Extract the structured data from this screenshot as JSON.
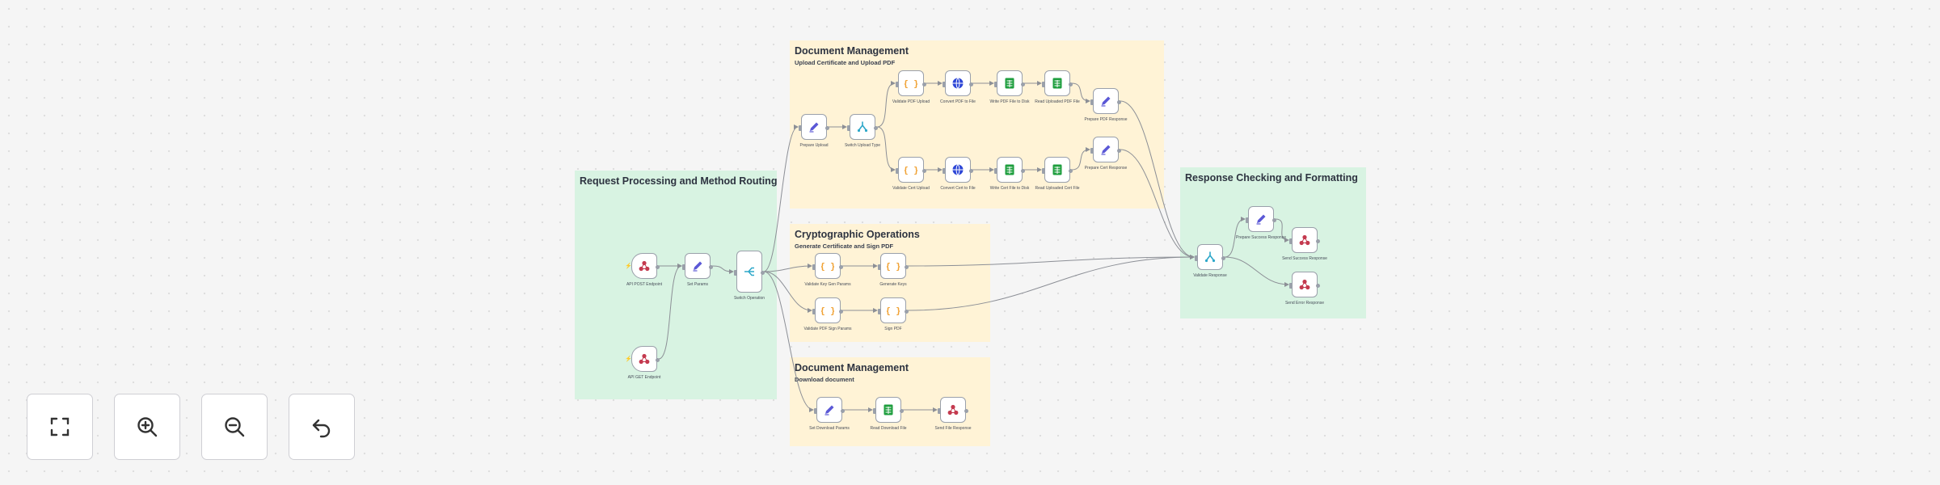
{
  "colors": {
    "canvas": "#f5f5f5",
    "section_green": "#d8f3e2",
    "section_yellow": "#fff3d6",
    "edge": "#8c8f96",
    "code_icon": "#f0a030",
    "http_icon": "#2d46d6",
    "sheet_icon": "#1e9e3e",
    "edit_icon": "#5b58d6",
    "if_icon": "#2da7c9",
    "respond_icon": "#c43a4f"
  },
  "sections": [
    {
      "id": "request",
      "title": "Request Processing and Method Routing",
      "subtitle": "",
      "color": "green"
    },
    {
      "id": "docmgmt",
      "title": "Document Management",
      "subtitle": "Upload Certificate and Upload PDF",
      "color": "yellow"
    },
    {
      "id": "crypto",
      "title": "Cryptographic Operations",
      "subtitle": "Generate Certificate and Sign PDF",
      "color": "yellow"
    },
    {
      "id": "docdl",
      "title": "Document Management",
      "subtitle": "Download document",
      "color": "yellow"
    },
    {
      "id": "response",
      "title": "Response Checking and Formatting",
      "subtitle": "",
      "color": "green"
    }
  ],
  "nodes": [
    {
      "id": "webhook",
      "icon": "respond",
      "label": "API POST Endpoint",
      "sub": ""
    },
    {
      "id": "get_request",
      "icon": "respond",
      "label": "API GET Endpoint",
      "sub": ""
    },
    {
      "id": "set_params",
      "icon": "edit",
      "label": "Set Params",
      "sub": ""
    },
    {
      "id": "switch",
      "icon": "switch",
      "label": "Switch Operation",
      "sub": ""
    },
    {
      "id": "prep_upload",
      "icon": "edit",
      "label": "Prepare Upload",
      "sub": ""
    },
    {
      "id": "switch_upload",
      "icon": "if",
      "label": "Switch Upload Type",
      "sub": ""
    },
    {
      "id": "val_pdf_up",
      "icon": "code",
      "label": "Validate PDF Upload",
      "sub": ""
    },
    {
      "id": "conv_pdf",
      "icon": "http",
      "label": "Convert PDF to File",
      "sub": ""
    },
    {
      "id": "write_pdf",
      "icon": "sheet",
      "label": "Write PDF File to Disk",
      "sub": ""
    },
    {
      "id": "read_pdf",
      "icon": "sheet",
      "label": "Read Uploaded PDF File",
      "sub": ""
    },
    {
      "id": "set_pdf_resp",
      "icon": "edit",
      "label": "Prepare PDF Response",
      "sub": ""
    },
    {
      "id": "val_cert_up",
      "icon": "code",
      "label": "Validate Cert Upload",
      "sub": ""
    },
    {
      "id": "conv_cert",
      "icon": "http",
      "label": "Convert Cert to File",
      "sub": ""
    },
    {
      "id": "write_cert",
      "icon": "sheet",
      "label": "Write Cert File to Disk",
      "sub": ""
    },
    {
      "id": "read_cert",
      "icon": "sheet",
      "label": "Read Uploaded Cert File",
      "sub": ""
    },
    {
      "id": "set_cert_resp",
      "icon": "edit",
      "label": "Prepare Cert Response",
      "sub": ""
    },
    {
      "id": "val_key_params",
      "icon": "code",
      "label": "Validate Key Gen Params",
      "sub": ""
    },
    {
      "id": "gen_keys",
      "icon": "code",
      "label": "Generate Keys",
      "sub": ""
    },
    {
      "id": "val_sign_params",
      "icon": "code",
      "label": "Validate PDF Sign Params",
      "sub": ""
    },
    {
      "id": "sign_pdf",
      "icon": "code",
      "label": "Sign PDF",
      "sub": ""
    },
    {
      "id": "set_dl",
      "icon": "edit",
      "label": "Set Download Params",
      "sub": ""
    },
    {
      "id": "read_dl",
      "icon": "sheet",
      "label": "Read Download File",
      "sub": ""
    },
    {
      "id": "resp_file",
      "icon": "respond",
      "label": "Send File Response",
      "sub": ""
    },
    {
      "id": "validate_resp",
      "icon": "if",
      "label": "Validate Response",
      "sub": ""
    },
    {
      "id": "prep_success",
      "icon": "edit",
      "label": "Prepare Success Response",
      "sub": ""
    },
    {
      "id": "success",
      "icon": "respond",
      "label": "Send Success Response",
      "sub": ""
    },
    {
      "id": "error",
      "icon": "respond",
      "label": "Send Error Response",
      "sub": ""
    }
  ],
  "edges": [
    [
      "webhook",
      "set_params"
    ],
    [
      "get_request",
      "set_params"
    ],
    [
      "set_params",
      "switch"
    ],
    [
      "switch",
      "prep_upload"
    ],
    [
      "switch",
      "val_key_params"
    ],
    [
      "switch",
      "val_sign_params"
    ],
    [
      "switch",
      "set_dl"
    ],
    [
      "prep_upload",
      "switch_upload"
    ],
    [
      "switch_upload",
      "val_pdf_up"
    ],
    [
      "switch_upload",
      "val_cert_up"
    ],
    [
      "val_pdf_up",
      "conv_pdf"
    ],
    [
      "conv_pdf",
      "write_pdf"
    ],
    [
      "write_pdf",
      "read_pdf"
    ],
    [
      "read_pdf",
      "set_pdf_resp"
    ],
    [
      "val_cert_up",
      "conv_cert"
    ],
    [
      "conv_cert",
      "write_cert"
    ],
    [
      "write_cert",
      "read_cert"
    ],
    [
      "read_cert",
      "set_cert_resp"
    ],
    [
      "val_key_params",
      "gen_keys"
    ],
    [
      "val_sign_params",
      "sign_pdf"
    ],
    [
      "set_dl",
      "read_dl"
    ],
    [
      "read_dl",
      "resp_file"
    ],
    [
      "set_pdf_resp",
      "validate_resp"
    ],
    [
      "set_cert_resp",
      "validate_resp"
    ],
    [
      "gen_keys",
      "validate_resp"
    ],
    [
      "sign_pdf",
      "validate_resp"
    ],
    [
      "validate_resp",
      "prep_success"
    ],
    [
      "prep_success",
      "success"
    ],
    [
      "validate_resp",
      "error"
    ]
  ],
  "controls": [
    {
      "id": "fit",
      "icon": "fit-view-icon",
      "name": "fit-view-button"
    },
    {
      "id": "zoom_in",
      "icon": "zoom-in-icon",
      "name": "zoom-in-button"
    },
    {
      "id": "zoom_out",
      "icon": "zoom-out-icon",
      "name": "zoom-out-button"
    },
    {
      "id": "undo",
      "icon": "undo-icon",
      "name": "undo-button"
    }
  ]
}
